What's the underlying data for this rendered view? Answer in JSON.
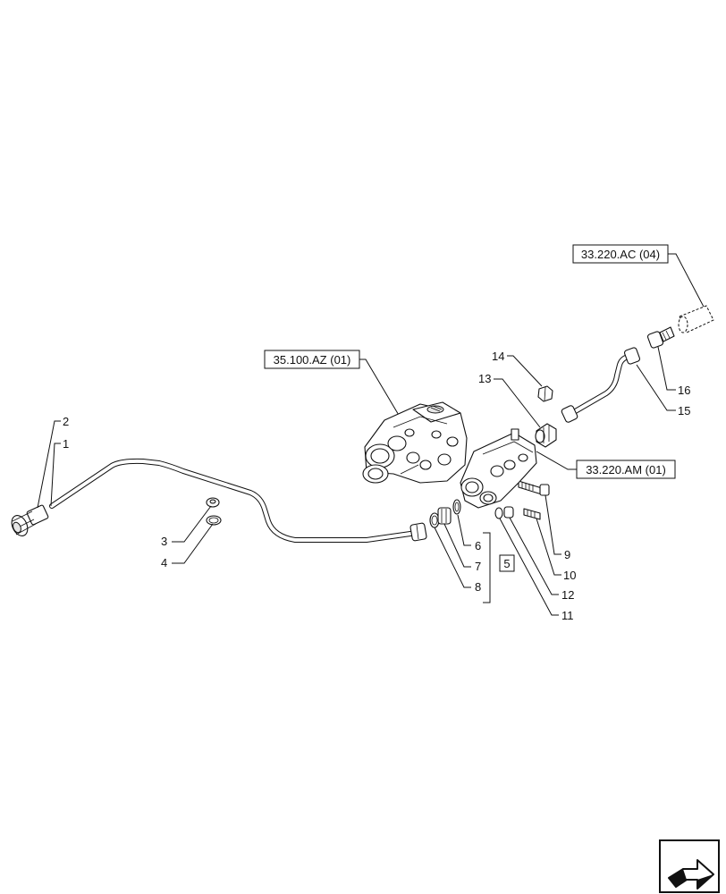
{
  "references": {
    "ref_35_100": "35.100.AZ (01)",
    "ref_33_220_ac": "33.220.AC (04)",
    "ref_33_220_am": "33.220.AM (01)"
  },
  "kit_label": "5",
  "callouts": {
    "c1": "1",
    "c2": "2",
    "c3": "3",
    "c4": "4",
    "c6": "6",
    "c7": "7",
    "c8": "8",
    "c9": "9",
    "c10": "10",
    "c11": "11",
    "c12": "12",
    "c13": "13",
    "c14": "14",
    "c15": "15",
    "c16": "16"
  },
  "nav": {
    "icon": "next-page-arrow-icon"
  }
}
